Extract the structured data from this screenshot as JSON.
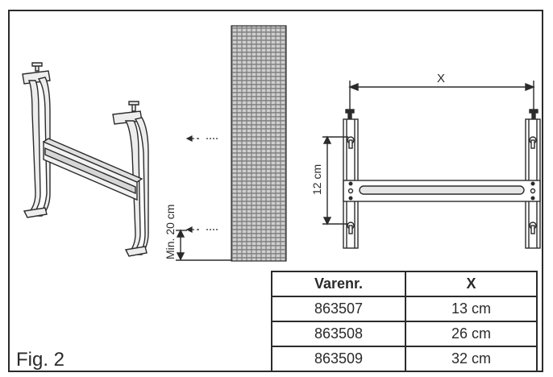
{
  "figure": {
    "label": "Fig. 2"
  },
  "dimensions": {
    "distance_label": "X",
    "spacing_label": "12 cm",
    "min_height_label": "Min. 20 cm"
  },
  "table": {
    "headers": [
      "Varenr.",
      "X"
    ],
    "rows": [
      [
        "863507",
        "13 cm"
      ],
      [
        "863508",
        "26 cm"
      ],
      [
        "863509",
        "32 cm"
      ]
    ]
  },
  "colors": {
    "line": "#2b2b2b",
    "wall_fill": "#8e8e8e",
    "bracket_fill": "#ececec"
  }
}
